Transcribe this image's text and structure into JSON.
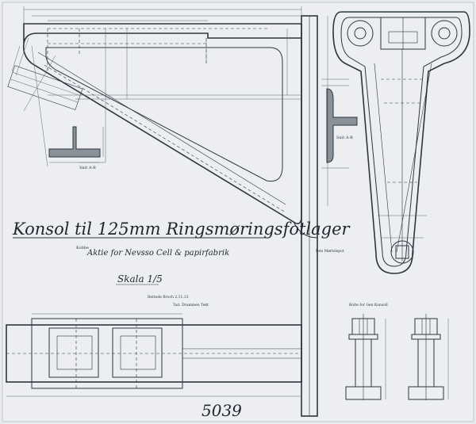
{
  "title": "Konsol til 125mm Ringsmøringsfotlager",
  "subtitle_prefix": "Kobbe",
  "subtitle": "Aktie for Nevsso Cell & papirfabrik",
  "scale": "Skala 1/5",
  "note_1": "Rettede Broch 2.11.13",
  "note_2": "Tad. Drammen Tekt",
  "bolt_caption": "Bolte for Gen Konsoll",
  "drawing_number": "5039",
  "section_label": "Snit A-B",
  "profile_label": "Snit A-B",
  "wall_label": "Den Mørtelspot"
}
